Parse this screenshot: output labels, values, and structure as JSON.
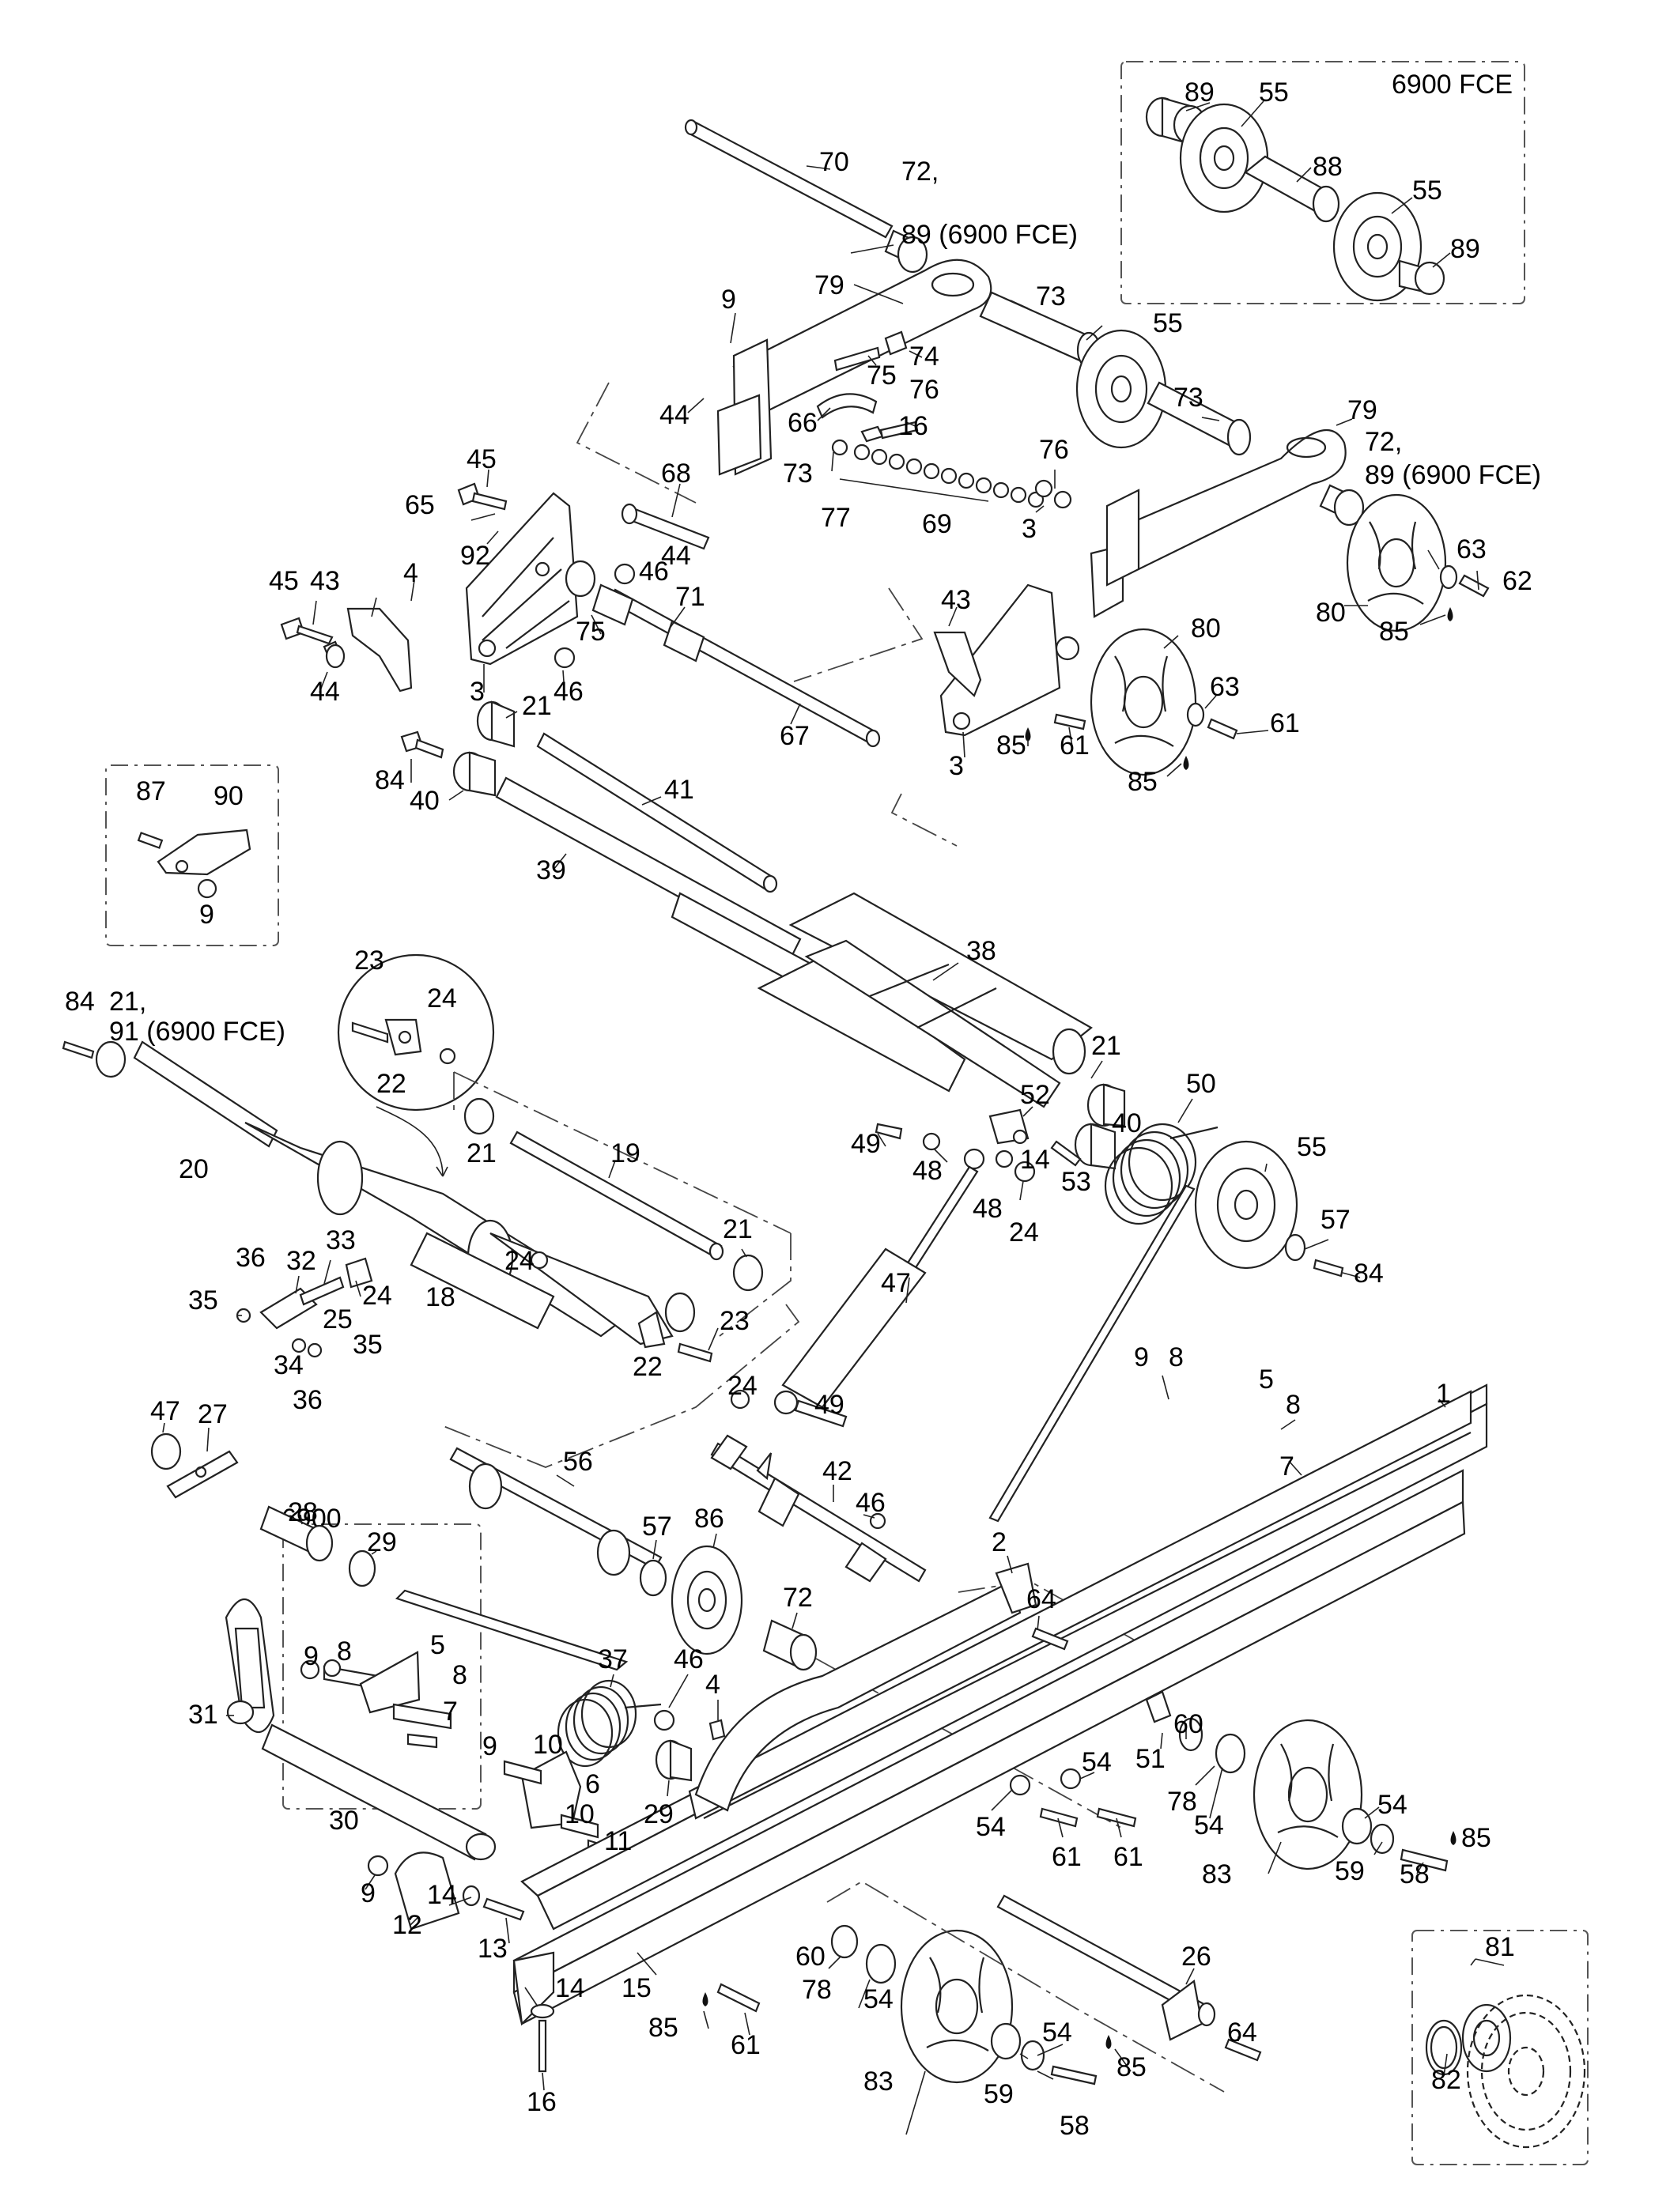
{
  "diagram": {
    "inset_top_right": {
      "title": "6900 FCE",
      "labels": [
        "89",
        "55",
        "88",
        "55",
        "89"
      ]
    },
    "inset_lower_left": {
      "title": "6900"
    },
    "callouts": [
      {
        "id": "c70",
        "text": "70"
      },
      {
        "id": "c72a",
        "text": "72,"
      },
      {
        "id": "c89a",
        "text": "89 (6900 FCE)"
      },
      {
        "id": "c9a",
        "text": "9"
      },
      {
        "id": "c79a",
        "text": "79"
      },
      {
        "id": "c73a",
        "text": "73"
      },
      {
        "id": "c55a",
        "text": "55"
      },
      {
        "id": "c74",
        "text": "74"
      },
      {
        "id": "c75a",
        "text": "75"
      },
      {
        "id": "c76a",
        "text": "76"
      },
      {
        "id": "c44a",
        "text": "44"
      },
      {
        "id": "c66",
        "text": "66"
      },
      {
        "id": "c16a",
        "text": "16"
      },
      {
        "id": "c73b",
        "text": "73"
      },
      {
        "id": "c73c",
        "text": "73"
      },
      {
        "id": "c79b",
        "text": "79"
      },
      {
        "id": "c72b",
        "text": "72,"
      },
      {
        "id": "c89b",
        "text": "89 (6900 FCE)"
      },
      {
        "id": "c76b",
        "text": "76"
      },
      {
        "id": "c77",
        "text": "77"
      },
      {
        "id": "c69",
        "text": "69"
      },
      {
        "id": "c3a",
        "text": "3"
      },
      {
        "id": "c45a",
        "text": "45"
      },
      {
        "id": "c68",
        "text": "68"
      },
      {
        "id": "c65",
        "text": "65"
      },
      {
        "id": "c92",
        "text": "92"
      },
      {
        "id": "c44b",
        "text": "44"
      },
      {
        "id": "c46a",
        "text": "46"
      },
      {
        "id": "c63a",
        "text": "63"
      },
      {
        "id": "c62",
        "text": "62"
      },
      {
        "id": "c80a",
        "text": "80"
      },
      {
        "id": "c85a",
        "text": "85"
      },
      {
        "id": "c45b",
        "text": "45"
      },
      {
        "id": "c43a",
        "text": "43"
      },
      {
        "id": "c4a",
        "text": "4"
      },
      {
        "id": "c71",
        "text": "71"
      },
      {
        "id": "c75b",
        "text": "75"
      },
      {
        "id": "c44c",
        "text": "44"
      },
      {
        "id": "c3b",
        "text": "3"
      },
      {
        "id": "c46b",
        "text": "46"
      },
      {
        "id": "c43b",
        "text": "43"
      },
      {
        "id": "c80b",
        "text": "80"
      },
      {
        "id": "c63b",
        "text": "63"
      },
      {
        "id": "c61a",
        "text": "61"
      },
      {
        "id": "c67",
        "text": "67"
      },
      {
        "id": "c85b",
        "text": "85"
      },
      {
        "id": "c61b",
        "text": "61"
      },
      {
        "id": "c3c",
        "text": "3"
      },
      {
        "id": "c85c",
        "text": "85"
      },
      {
        "id": "c21a",
        "text": "21"
      },
      {
        "id": "c84a",
        "text": "84"
      },
      {
        "id": "c40a",
        "text": "40"
      },
      {
        "id": "c41",
        "text": "41"
      },
      {
        "id": "c39",
        "text": "39"
      },
      {
        "id": "c87",
        "text": "87"
      },
      {
        "id": "c90",
        "text": "90"
      },
      {
        "id": "c9b",
        "text": "9"
      },
      {
        "id": "c38",
        "text": "38"
      },
      {
        "id": "c23a",
        "text": "23"
      },
      {
        "id": "c24a",
        "text": "24"
      },
      {
        "id": "c22a",
        "text": "22"
      },
      {
        "id": "c84b",
        "text": "84"
      },
      {
        "id": "c21b",
        "text": "21,"
      },
      {
        "id": "c91",
        "text": "91 (6900 FCE)"
      },
      {
        "id": "c21c",
        "text": "21"
      },
      {
        "id": "c52",
        "text": "52"
      },
      {
        "id": "c50",
        "text": "50"
      },
      {
        "id": "c21d",
        "text": "21"
      },
      {
        "id": "c19",
        "text": "19"
      },
      {
        "id": "c49a",
        "text": "49"
      },
      {
        "id": "c48a",
        "text": "48"
      },
      {
        "id": "c40b",
        "text": "40"
      },
      {
        "id": "c14a",
        "text": "14"
      },
      {
        "id": "c53",
        "text": "53"
      },
      {
        "id": "c55b",
        "text": "55"
      },
      {
        "id": "c48b",
        "text": "48"
      },
      {
        "id": "c24b",
        "text": "24"
      },
      {
        "id": "c20",
        "text": "20"
      },
      {
        "id": "c57a",
        "text": "57"
      },
      {
        "id": "c84c",
        "text": "84"
      },
      {
        "id": "c33",
        "text": "33"
      },
      {
        "id": "c21e",
        "text": "21"
      },
      {
        "id": "c36a",
        "text": "36"
      },
      {
        "id": "c32",
        "text": "32"
      },
      {
        "id": "c24c",
        "text": "24"
      },
      {
        "id": "c24d",
        "text": "24"
      },
      {
        "id": "c35a",
        "text": "35"
      },
      {
        "id": "c25",
        "text": "25"
      },
      {
        "id": "c18",
        "text": "18"
      },
      {
        "id": "c47a",
        "text": "47"
      },
      {
        "id": "c34",
        "text": "34"
      },
      {
        "id": "c35b",
        "text": "35"
      },
      {
        "id": "c36b",
        "text": "36"
      },
      {
        "id": "c22b",
        "text": "22"
      },
      {
        "id": "c23b",
        "text": "23"
      },
      {
        "id": "c9c",
        "text": "9"
      },
      {
        "id": "c8a",
        "text": "8"
      },
      {
        "id": "c5a",
        "text": "5"
      },
      {
        "id": "c8b",
        "text": "8"
      },
      {
        "id": "c1",
        "text": "1"
      },
      {
        "id": "c7a",
        "text": "7"
      },
      {
        "id": "c47b",
        "text": "47"
      },
      {
        "id": "c27",
        "text": "27"
      },
      {
        "id": "c24e",
        "text": "24"
      },
      {
        "id": "c49b",
        "text": "49"
      },
      {
        "id": "c56",
        "text": "56"
      },
      {
        "id": "c42",
        "text": "42"
      },
      {
        "id": "c46c",
        "text": "46"
      },
      {
        "id": "c28",
        "text": "28"
      },
      {
        "id": "c57b",
        "text": "57"
      },
      {
        "id": "c86",
        "text": "86"
      },
      {
        "id": "c2",
        "text": "2"
      },
      {
        "id": "c64a",
        "text": "64"
      },
      {
        "id": "c29a",
        "text": "29"
      },
      {
        "id": "c72c",
        "text": "72"
      },
      {
        "id": "c9d",
        "text": "9"
      },
      {
        "id": "c8c",
        "text": "8"
      },
      {
        "id": "c5b",
        "text": "5"
      },
      {
        "id": "c37",
        "text": "37"
      },
      {
        "id": "c46d",
        "text": "46"
      },
      {
        "id": "c4b",
        "text": "4"
      },
      {
        "id": "c8d",
        "text": "8"
      },
      {
        "id": "c7b",
        "text": "7"
      },
      {
        "id": "c60a",
        "text": "60"
      },
      {
        "id": "c51",
        "text": "51"
      },
      {
        "id": "c31",
        "text": "31"
      },
      {
        "id": "c9e",
        "text": "9"
      },
      {
        "id": "c10a",
        "text": "10"
      },
      {
        "id": "c29b",
        "text": "29"
      },
      {
        "id": "c78a",
        "text": "78"
      },
      {
        "id": "c6",
        "text": "6"
      },
      {
        "id": "c54a",
        "text": "54"
      },
      {
        "id": "c54b",
        "text": "54"
      },
      {
        "id": "c10b",
        "text": "10"
      },
      {
        "id": "c54c",
        "text": "54"
      },
      {
        "id": "c11",
        "text": "11"
      },
      {
        "id": "c54d",
        "text": "54"
      },
      {
        "id": "c30",
        "text": "30"
      },
      {
        "id": "c61c",
        "text": "61"
      },
      {
        "id": "c61d",
        "text": "61"
      },
      {
        "id": "c83a",
        "text": "83"
      },
      {
        "id": "c59a",
        "text": "59"
      },
      {
        "id": "c58a",
        "text": "58"
      },
      {
        "id": "c85d",
        "text": "85"
      },
      {
        "id": "c9f",
        "text": "9"
      },
      {
        "id": "c14b",
        "text": "14"
      },
      {
        "id": "c12",
        "text": "12"
      },
      {
        "id": "c13",
        "text": "13"
      },
      {
        "id": "c60b",
        "text": "60"
      },
      {
        "id": "c26",
        "text": "26"
      },
      {
        "id": "c81",
        "text": "81"
      },
      {
        "id": "c14c",
        "text": "14"
      },
      {
        "id": "c15",
        "text": "15"
      },
      {
        "id": "c78b",
        "text": "78"
      },
      {
        "id": "c54e",
        "text": "54"
      },
      {
        "id": "c64b",
        "text": "64"
      },
      {
        "id": "c85e",
        "text": "85"
      },
      {
        "id": "c61e",
        "text": "61"
      },
      {
        "id": "c82",
        "text": "82"
      },
      {
        "id": "c54f",
        "text": "54"
      },
      {
        "id": "c16b",
        "text": "16"
      },
      {
        "id": "c83b",
        "text": "83"
      },
      {
        "id": "c85f",
        "text": "85"
      },
      {
        "id": "c59b",
        "text": "59"
      },
      {
        "id": "c58b",
        "text": "58"
      }
    ]
  }
}
